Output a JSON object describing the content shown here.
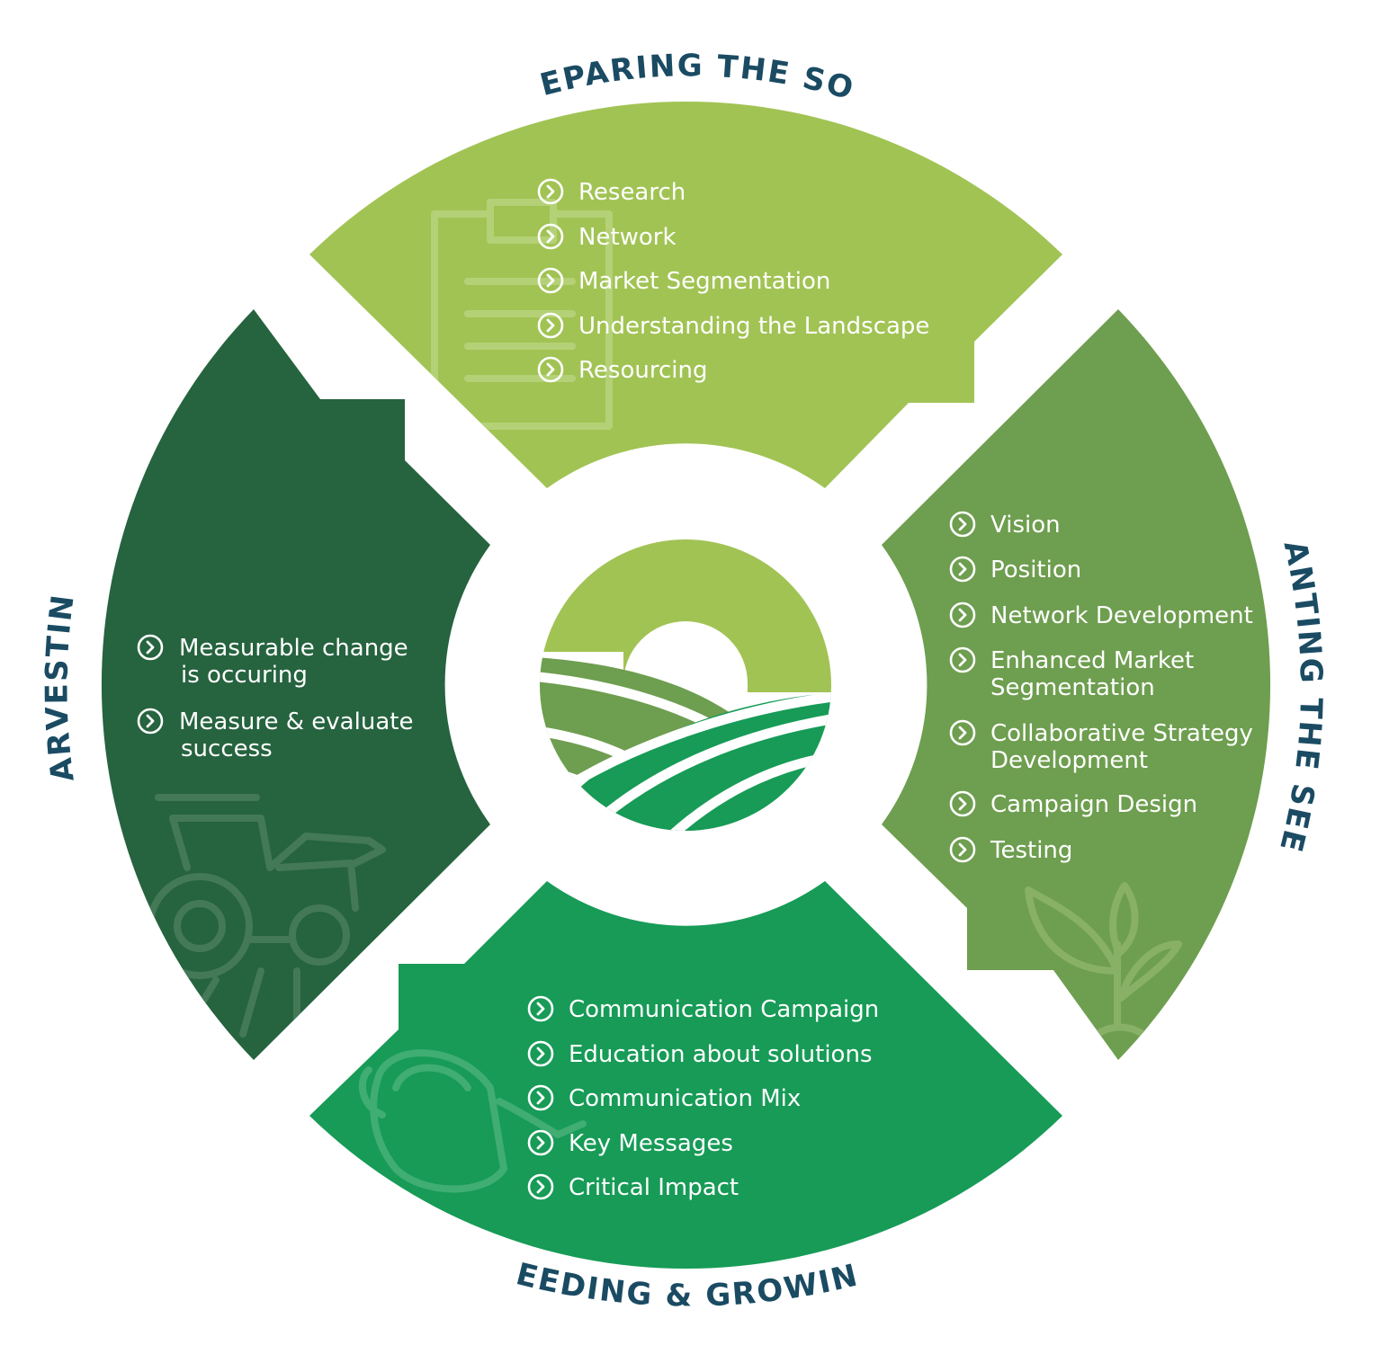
{
  "colors": {
    "title": "#1a4b63",
    "soil": "#a1c354",
    "seed": "#6e9e4f",
    "feeding": "#179b57",
    "harvest": "#26633f",
    "logo_sun": "#a1c354",
    "logo_hill1": "#6e9e4f",
    "logo_hill2": "#179b57"
  },
  "stages": {
    "soil": {
      "title": "PREPARING THE SOIL",
      "icon": "clipboard-icon",
      "items": [
        "Research",
        "Network",
        "Market Segmentation",
        "Understanding the Landscape",
        "Resourcing"
      ]
    },
    "seed": {
      "title": "PLANTING THE SEED",
      "icon": "sprout-icon",
      "items": [
        [
          "Vision"
        ],
        [
          "Position"
        ],
        [
          "Network Development"
        ],
        [
          "Enhanced Market",
          "Segmentation"
        ],
        [
          "Collaborative Strategy",
          "Development"
        ],
        [
          "Campaign Design"
        ],
        [
          "Testing"
        ]
      ]
    },
    "feeding": {
      "title": "FEEDING & GROWING",
      "icon": "watering-can-icon",
      "items": [
        "Communication Campaign",
        "Education about solutions",
        "Communication Mix",
        "Key Messages",
        "Critical Impact"
      ]
    },
    "harvest": {
      "title": "HARVESTING",
      "icon": "tractor-icon",
      "items": [
        [
          "Measurable change",
          "is occuring"
        ],
        [
          "Measure & evaluate",
          "success"
        ]
      ]
    }
  },
  "center_logo": {
    "icon": "sun-over-fields-logo"
  }
}
